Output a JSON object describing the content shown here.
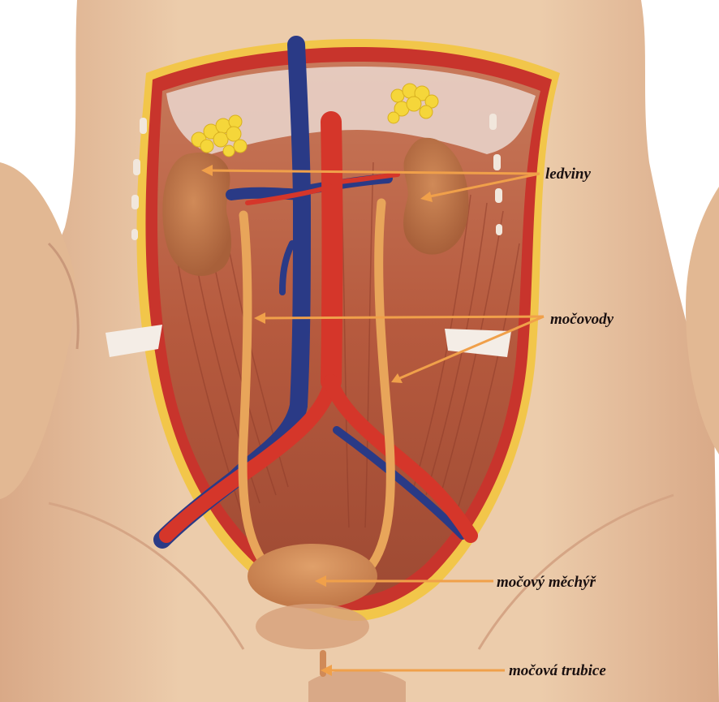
{
  "labels": {
    "kidneys": "ledviny",
    "ureters": "močovody",
    "bladder": "močový měchýř",
    "urethra": "močová trubice"
  },
  "colors": {
    "skin": "#eac7a5",
    "skin_shadow": "#d9a987",
    "body_wall_outer": "#c8342c",
    "fat_layer": "#f2c64a",
    "muscle": "#b85a3f",
    "muscle_dark": "#8f3d2a",
    "aorta": "#d5362a",
    "vena_cava": "#2a3a86",
    "kidney": "#c07a4c",
    "ureter": "#e8a55a",
    "adrenal": "#f5d63a",
    "arrow": "#f0a04a"
  }
}
